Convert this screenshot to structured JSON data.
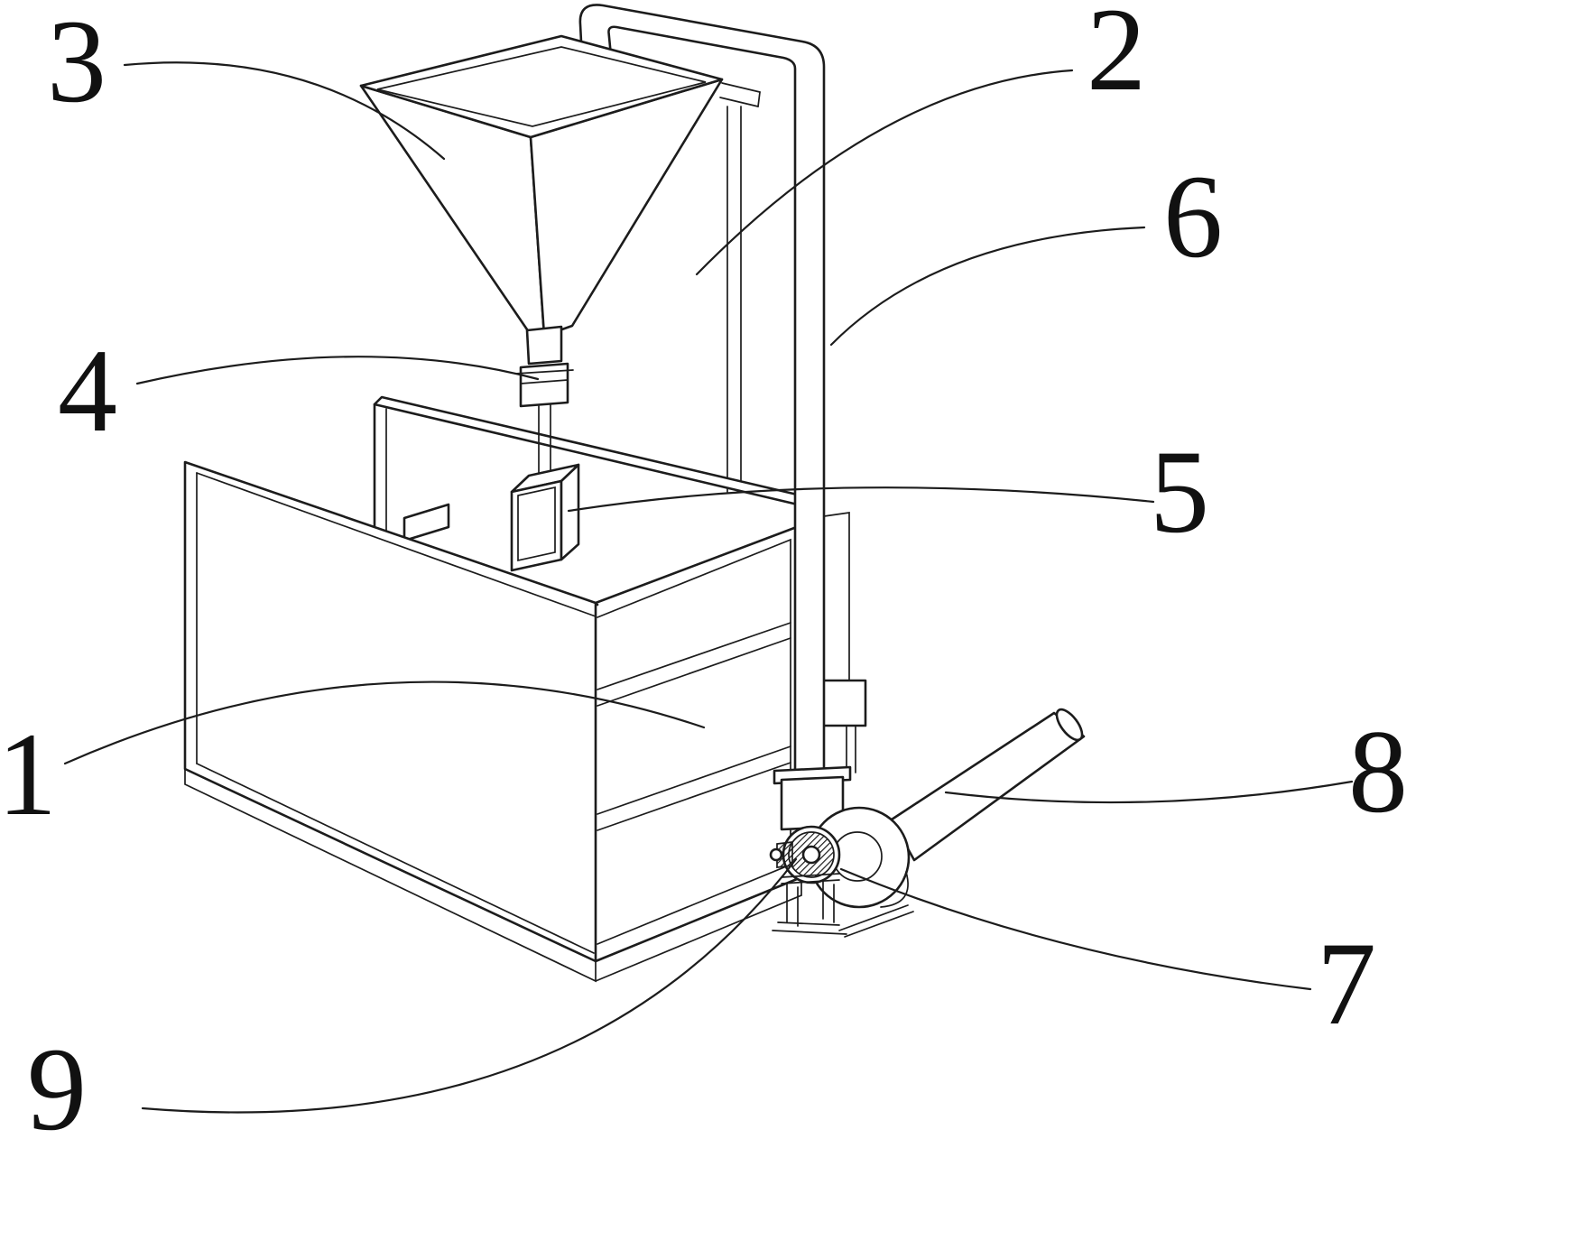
{
  "figure": {
    "background": "#ffffff",
    "line_color": "#1c1c1c"
  },
  "labels": {
    "n1": "1",
    "n2": "2",
    "n3": "3",
    "n4": "4",
    "n5": "5",
    "n6": "6",
    "n7": "7",
    "n8": "8",
    "n9": "9"
  }
}
